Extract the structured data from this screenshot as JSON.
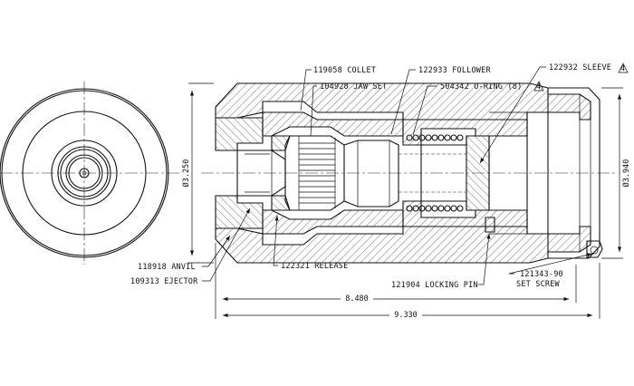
{
  "callouts": {
    "collet": "119058 COLLET",
    "jaw_set": "104928 JAW SET",
    "follower": "122933 FOLLOWER",
    "o_ring": "504342 O-RING (8)",
    "o_ring_note": "4",
    "sleeve": "122932 SLEEVE",
    "sleeve_note": "4",
    "anvil": "118918 ANVIL",
    "ejector": "109313 EJECTOR",
    "release": "122321 RELEASE",
    "locking_pin": "121904 LOCKING PIN",
    "set_screw_part": "121343-90",
    "set_screw_name": "SET SCREW"
  },
  "dimensions": {
    "left_diameter": "Ø3.250",
    "right_diameter": "Ø3.940",
    "length_inner": "8.480",
    "length_overall": "9.330"
  }
}
